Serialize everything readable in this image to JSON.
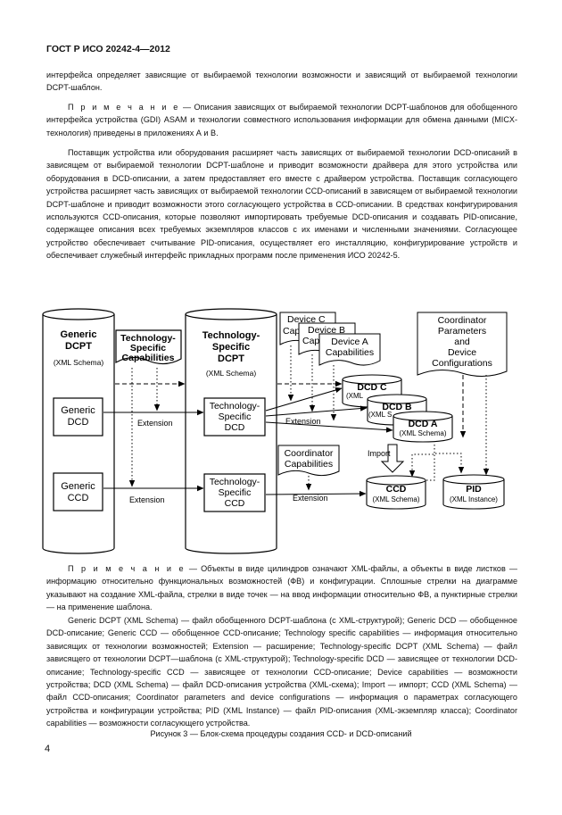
{
  "header": "ГОСТ Р ИСО 20242-4—2012",
  "para1": "интерфейса определяет зависящие от выбираемой технологии возможности и зависящий от выбираемой технологии DCPT-шаблон.",
  "note1": {
    "label": "П р и м е ч а н и е",
    "text": " — Описания зависящих от выбираемой технологии DCPT-шаблонов для обобщенного интерфейса устройства (GDI) ASAM и технологии совместного использования информации для обмена данными (MICX-технология) приведены в приложениях А и В."
  },
  "para2": "Поставщик устройства или оборудования расширяет часть зависящих от выбираемой технологии DCD-описаний в зависящем от выбираемой технологии DCPT-шаблоне и приводит возможности драйвера для этого устройства или оборудования в DCD-описании, а затем предоставляет его вместе с драйвером устройства. Поставщик согласующего устройства расширяет часть зависящих от выбираемой технологии CCD-описаний в зависящем от выбираемой технологии DCPT-шаблоне и приводит возможности этого согласующего устройства в CCD-описании. В средствах конфигурирования используются CCD-описания, которые позволяют импортировать требуемые DCD-описания и создавать PID-описание, содержащее описания всех требуемых экземпляров классов с их именами и численными значениями. Согласующее устройство обеспечивает считывание PID-описания, осуществляет его инсталляцию, конфигурирование устройств и обеспечивает служебный интерфейс прикладных программ после применения ИСО 20242-5.",
  "diagram": {
    "generic_dcpt": {
      "title1": "Generic",
      "title2": "DCPT",
      "sub": "(XML Schema)"
    },
    "tech_cap": {
      "l1": "Technology-",
      "l2": "Specific",
      "l3": "Capabilities"
    },
    "ts_dcpt": {
      "title1": "Technology-",
      "title2": "Specific",
      "title3": "DCPT",
      "sub": "(XML Schema)"
    },
    "generic_dcd": {
      "l1": "Generic",
      "l2": "DCD"
    },
    "generic_ccd": {
      "l1": "Generic",
      "l2": "CCD"
    },
    "ts_dcd": {
      "l1": "Technology-",
      "l2": "Specific",
      "l3": "DCD"
    },
    "ts_ccd": {
      "l1": "Technology-",
      "l2": "Specific",
      "l3": "CCD"
    },
    "dev_c": {
      "l1": "Device C",
      "l2": "Cap"
    },
    "dev_b": {
      "l1": "Device B",
      "l2": "Cap"
    },
    "dev_a": {
      "l1": "Device A",
      "l2": "Capabilities"
    },
    "coord_params": {
      "l1": "Coordinator",
      "l2": "Parameters",
      "l3": "and",
      "l4": "Device",
      "l5": "Configurations"
    },
    "coord_cap": {
      "l1": "Coordinator",
      "l2": "Capabilities"
    },
    "dcd_c": {
      "title": "DCD C",
      "sub": "(XML"
    },
    "dcd_b": {
      "title": "DCD B",
      "sub": "(XML S"
    },
    "dcd_a": {
      "title": "DCD A",
      "sub": "(XML Schema)"
    },
    "ccd": {
      "title": "CCD",
      "sub": "(XML Schema)"
    },
    "pid": {
      "title": "PID",
      "sub": "(XML Instance)"
    },
    "ext1": "Extension",
    "ext2": "Extension",
    "ext3": "Extension",
    "ext4": "Extension",
    "import": "Import"
  },
  "note2": {
    "label": "П р и м е ч а н и е",
    "text": " — Объекты в виде цилиндров означают XML-файлы, а объекты в виде листков — информацию относительно функциональных возможностей (ФВ) и конфигурации. Сплошные стрелки на диаграмме указывают на создание XML-файла, стрелки в виде точек — на ввод информации относительно ФВ, а пунктирные стрелки — на применение шаблона."
  },
  "legend": "Generic DCPT (XML Schema) — файл обобщенного DCPT-шаблона (с XML-структурой); Generic DCD — обобщенное DCD-описание; Generic CCD — обобщенное CCD-описание; Technology specific capabilities — информация относительно зависящих от технологии возможностей; Extension — расширение; Technology-specific DCPT (XML Schema) — файл зависящего от технологии DCPT—шаблона (с XML-структурой); Technology-specific DCD — зависящее от технологии DCD-описание; Technology-specific CCD — зависящее от технологии CCD-описание; Device capabilities — возможности устройства; DCD (XML Schema) — файл DCD-описания устройства (XML-схема); Import — импорт; CCD (XML Schema) — файл CCD-описания; Coordinator parameters and device configurations — информация о параметрах согласующего устройства и конфигурации устройства; PID (XML Instance) — файл PID-описания (XML-экземпляр класса); Coordinator capabilities — возможности согласующего устройства.",
  "caption": "Рисунок 3 — Блок-схема процедуры создания CCD- и DCD-описаний",
  "page_number": "4"
}
